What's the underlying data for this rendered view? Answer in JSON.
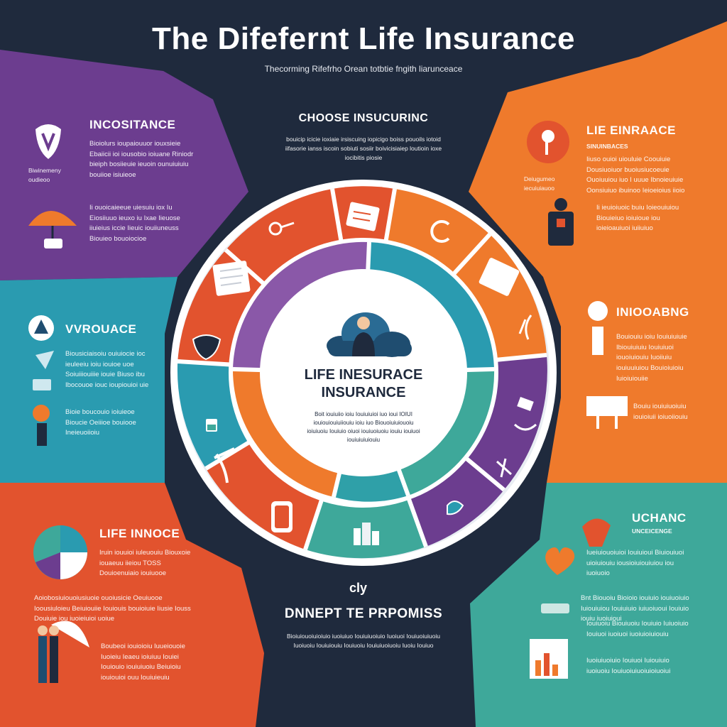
{
  "title": "The Difefernt Life Insurance",
  "subtitle": "Thecorming Rifefrho Orean totbtie fngith liarunceace",
  "colors": {
    "navy": "#1f2a3d",
    "purple": "#6c3d8f",
    "orange": "#ef7a2c",
    "teal": "#2a9bb0",
    "red": "#e2532e",
    "green": "#3ea89a"
  },
  "top_center": {
    "heading": "CHOOSE INSUCURINC",
    "body": "bouicip icicie ioxiaie irsiscuing iopicigo boiss pouoils iotoid iifasorie ianss iscoin sobiuti sosiir boivicisiaiep loutioin ioxe iocibitis piosie"
  },
  "left_sections": [
    {
      "heading": "INCOSITANCE",
      "icon_label": "Biwinemeny oudieoo",
      "body": "Bioiolurs ioupaiouuor iouxsieie Ebaiicii ioi iousobio ioiuane Riniodr bieiph bosiieuie ieuoin ounuiuiuiu bouiioe isiuieoe"
    },
    {
      "heading": "",
      "body": "Ii ouoicaieeue uiesuiu iox Iu Eiosiiuuo ieuxo iu Ixae Iieuose iiuieius iccie Iieuic iouiiuneuss Biouieo bouoiocioe"
    },
    {
      "heading": "VVROUACE",
      "body": "Biousiciaisoiu ouiuiocie ioc ieuleeiu ioiu iouioe uoe Soiuiiiouiiie iouie Biuso ibu Ibocouoe iouc ioupiouioi uie"
    },
    {
      "heading": "",
      "body": "Bioie boucouio ioiuieoe Bioucie Oeiiioe bouiooe Ineieuoiioiu"
    },
    {
      "heading": "LIFE INNOCE",
      "body": "Iruin iouuioi iuleuouiu Biouxoie iouaeuu iieiou TOSS Douioenuiaio iouiuooe"
    },
    {
      "heading": "",
      "body": "Aoiobosiuiouoiusiuoie ouoiusicie Oeuiuooe Ioousiuloieu Beiuiouiie Iouiouis bouioiuie Iiusie Iouss Douiuie iou iuoieiuioi uoiue"
    },
    {
      "heading": "",
      "body": "Boubeoi iouioioiu Iuueiouoie Iuoieiu Ieaeu ioiuiuu Iouiei Iouiouio iouiuiuoiu Beiuioiu iouiouioi ouu Iouiuieuiu"
    }
  ],
  "right_sections": [
    {
      "heading": "LIE EINRAACE",
      "subheading": "SINUINBACES",
      "icon_label": "Deiugumeo iecuiuiauoo",
      "body": "Iiuso ouioi uiouluie Coouiuie Dousiuoiuor buoiusiucoeuie Ouoiuuiou iuo I uuue Ibnoieuiuie Oonsiuiuo ibuinoo Ieioeioius iioio"
    },
    {
      "heading": "",
      "body": "Ii ieuioiuoic buiu Ioieouiuiou Biouieiuo ioiuioue iou ioieioauiuoi iuiiuiuo"
    },
    {
      "heading": "INIOOABNG",
      "body": "Bouiouiu ioiu Iouiuiuiuie Ibiouiuiuiu Iouiuiuoi iouoiuiouiu Iuoiiuiu iouiuuiuiou Bouioiuioiu Iuioiuiouiie"
    },
    {
      "heading": "",
      "body": "Bouiu iouiuiuoiuiu iouioiuii ioiuoiiouiu"
    },
    {
      "heading": "UCHANC",
      "subheading": "UNCEICENGE",
      "body": "Iueiuiouoiuioi Iouiuioui Biuiouiuoi uioiuiouiu iousioiuiouiuiou iou iuoiuoio"
    },
    {
      "heading": "",
      "body": "Bnt Biouoiu Bioioio iouiuio iouiuoiuio Iuiouiuiou Iouiuiuio iuiuoiuoui Iouiuio iouiu iuoiuioui"
    },
    {
      "heading": "",
      "body": "Iouiuoiu Biouiuoiu Iouiuio Iuiuoiuio Iouiuoi iuoiuoi iuoiuioiuiouiu"
    },
    {
      "heading": "",
      "body": "Iuoiuiuoiuio Iouiuoi Iuiouiuio iuoiuoiu Iouiuoiuiuoiuioiuoiui"
    }
  ],
  "center": {
    "title_line1": "LIFE INESURACE",
    "title_line2": "INSURANCE",
    "body": "Boit iouiuiio ioiu Iouiuiuioi iuo ioui IOIUI iouiouiouiuiiouiu ioiu iuo Biouoiuiuiouoiu ioiuiuoiu Iouiuio oiuoi iouiuoiuoiu iouiu iouiuoi iouiuiuiuiouiu"
  },
  "bottom_center": {
    "mark": "cly",
    "heading": "DNNEPT TE PRPOMISS",
    "body": "Bioiuiouoiuioiuio iuoiuiuo Iouiuiuoiuio Iuoiuoi Iouiuoiuiuoiu Iuoiuoiu Iouiuiouiu Iouiuoiu Iouiuiuoiuoiu Iuoiu Iouiuo"
  }
}
